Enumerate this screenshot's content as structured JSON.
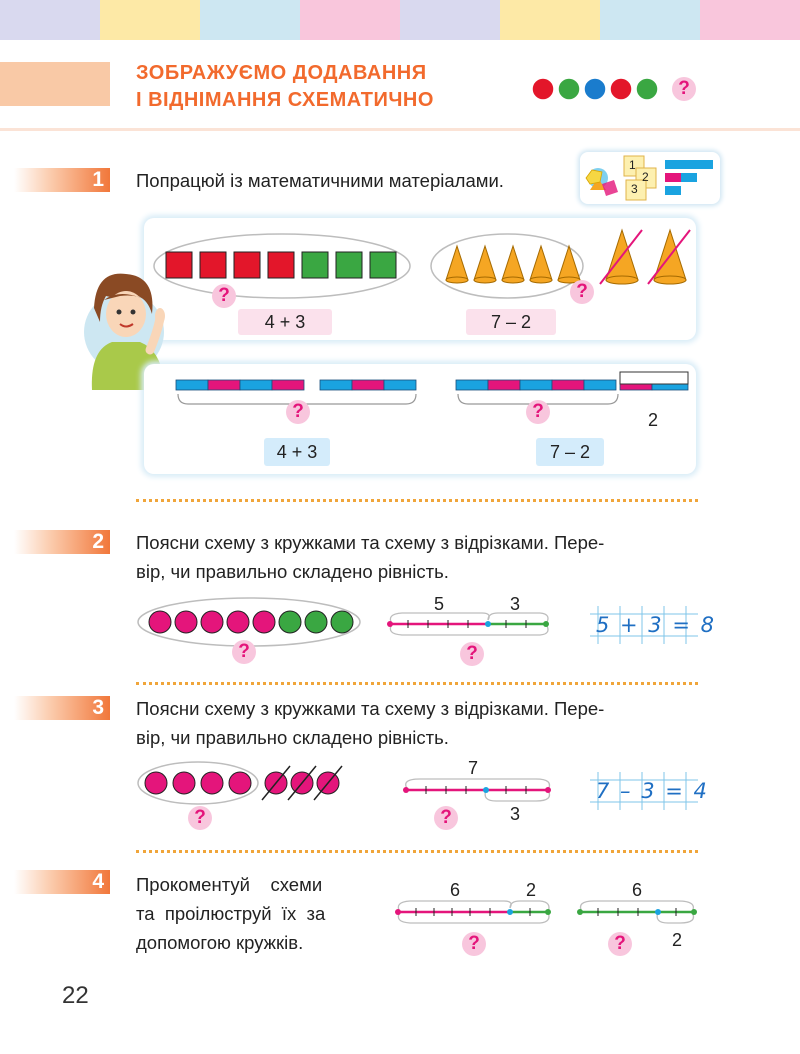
{
  "top_stripes": [
    "#d9d9ef",
    "#fde9a6",
    "#cde7f2",
    "#f9c6dc",
    "#d9d9ef",
    "#fde9a6",
    "#cde7f2",
    "#f9c6dc"
  ],
  "header": {
    "title_line1": "ЗОБРАЖУЄМО ДОДАВАННЯ",
    "title_line2": "І ВІДНІМАННЯ СХЕМАТИЧНО",
    "dot_colors": [
      "#e3162a",
      "#3aa742",
      "#1a7ccd",
      "#e3162a",
      "#3aa742"
    ],
    "question_mark": "?"
  },
  "task1": {
    "number": "1",
    "text": "Попрацюй із математичними матеріалами.",
    "materials_icon": "math-materials-icon",
    "cards": [
      "1",
      "2",
      "3"
    ],
    "panel1": {
      "squares": [
        "#e3162a",
        "#e3162a",
        "#e3162a",
        "#e3162a",
        "#3aa742",
        "#3aa742",
        "#3aa742"
      ],
      "cones_total": 7,
      "cones_crossed": 2,
      "label_left": "4 + 3",
      "label_right": "7 – 2"
    },
    "panel2": {
      "bar_left_segments": 4,
      "bar_mid_segments": 3,
      "bar_right_segments": 5,
      "removed_label": "2",
      "label_left": "4 + 3",
      "label_right": "7 – 2"
    },
    "colors": {
      "pink": "#e4157b",
      "blue": "#1aa3e0",
      "red": "#e3162a",
      "green": "#3aa742",
      "cone": "#f5a623"
    }
  },
  "task2": {
    "number": "2",
    "line1": "Поясни схему з кружками та схему з відрізками. Пере-",
    "line2": "вір, чи правильно складено рівність.",
    "circles": [
      "#e4157b",
      "#e4157b",
      "#e4157b",
      "#e4157b",
      "#e4157b",
      "#3aa742",
      "#3aa742",
      "#3aa742"
    ],
    "segment_top_left": "5",
    "segment_top_right": "3",
    "equation": "5 + 3 = 8"
  },
  "task3": {
    "number": "3",
    "line1": "Поясни схему з кружками та схему з відрізками. Пере-",
    "line2": "вір, чи правильно складено рівність.",
    "circles_kept": 4,
    "circles_crossed": 3,
    "segment_top": "7",
    "segment_bottom": "3",
    "equation": "7 – 3 = 4"
  },
  "task4": {
    "number": "4",
    "line1": "Прокоментуй    схеми",
    "line2": "та  проілюструй  їх  за",
    "line3": "допомогою кружків.",
    "scheme1_top_left": "6",
    "scheme1_top_right": "2",
    "scheme2_top": "6",
    "scheme2_bottom": "2"
  },
  "page_number": "22"
}
